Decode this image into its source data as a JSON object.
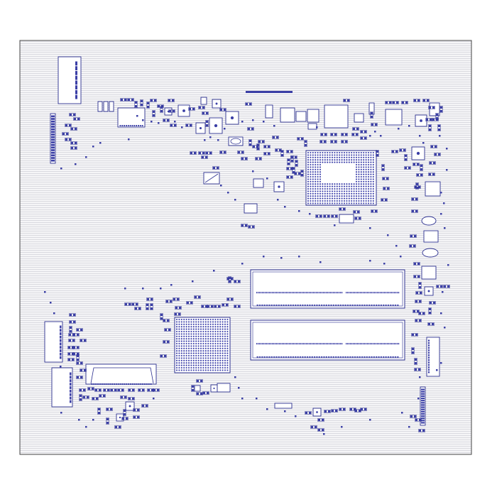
{
  "diagram": {
    "type": "pcb-layout",
    "colors": {
      "background": "#ffffff",
      "board_fill": "#f4f4f6",
      "board_outline": "#444444",
      "hatch": "#d6d6dc",
      "component_stroke": "#2b2f8f",
      "component_fill": "#ffffff",
      "pad_fill": "#3b3fa6",
      "bga_dot": "#3a3ea8"
    },
    "components": [
      {
        "id": "connector-top-left",
        "kind": "connector"
      },
      {
        "id": "header-left-vertical",
        "kind": "header"
      },
      {
        "id": "ic-top-left",
        "kind": "ic"
      },
      {
        "id": "ic-top-center",
        "kind": "ic"
      },
      {
        "id": "ic-top-right",
        "kind": "ic"
      },
      {
        "id": "bga-cpu",
        "kind": "bga"
      },
      {
        "id": "bga-chipset",
        "kind": "bga"
      },
      {
        "id": "dimm-slot-1",
        "kind": "dimm-slot"
      },
      {
        "id": "dimm-slot-2",
        "kind": "dimm-slot"
      },
      {
        "id": "connector-bottom-left-1",
        "kind": "connector"
      },
      {
        "id": "connector-bottom-left-2",
        "kind": "connector"
      },
      {
        "id": "connector-bottom-middle",
        "kind": "connector"
      },
      {
        "id": "connector-right",
        "kind": "connector"
      },
      {
        "id": "header-right-vertical",
        "kind": "header"
      },
      {
        "id": "small-ic-center",
        "kind": "ic"
      },
      {
        "id": "regulator-right",
        "kind": "regulator"
      }
    ]
  }
}
